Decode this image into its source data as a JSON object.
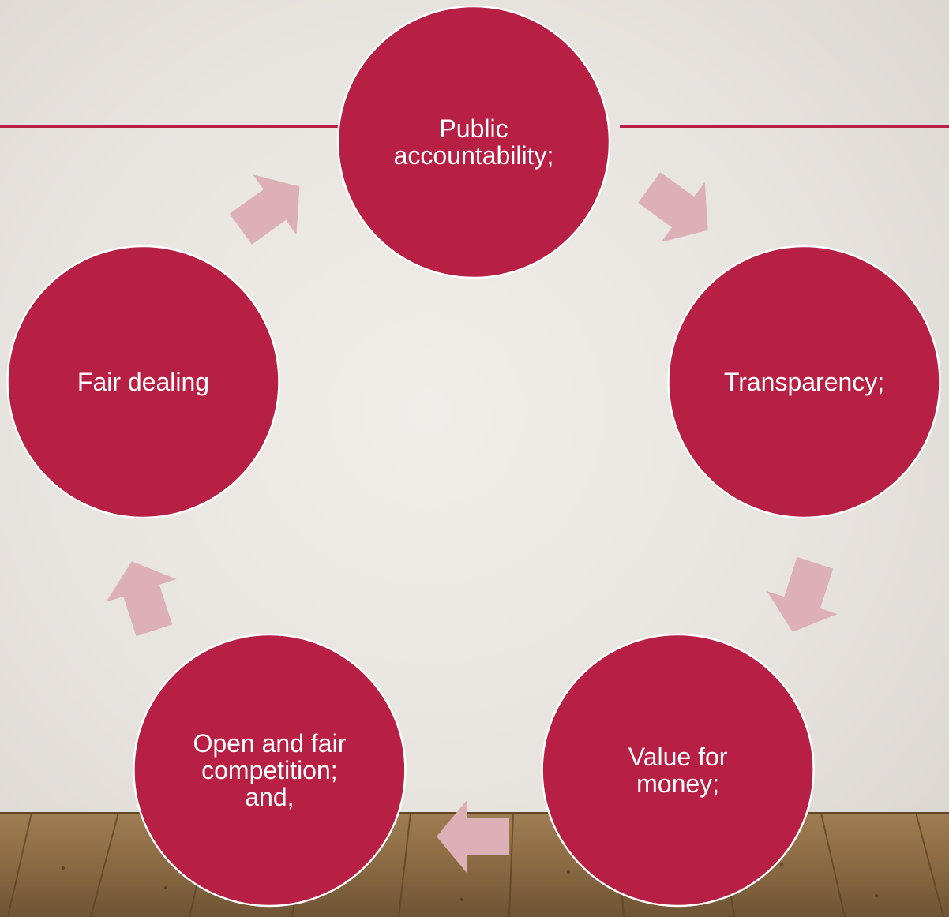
{
  "colors": {
    "node_fill": "#b81f44",
    "arrow_fill": "#dcb0b6",
    "accent_line": "#b81f44",
    "background": "#e8e4df",
    "floor": "#8a6a43"
  },
  "cycle": {
    "nodes": [
      {
        "id": "public-accountability",
        "lines": [
          "Public",
          "accountability;"
        ]
      },
      {
        "id": "transparency",
        "lines": [
          "Transparency;"
        ]
      },
      {
        "id": "value-for-money",
        "lines": [
          "Value for",
          "money;"
        ]
      },
      {
        "id": "open-and-fair-competition",
        "lines": [
          "Open and fair",
          "competition;",
          "and,"
        ]
      },
      {
        "id": "fair-dealing",
        "lines": [
          "Fair dealing"
        ]
      }
    ]
  }
}
